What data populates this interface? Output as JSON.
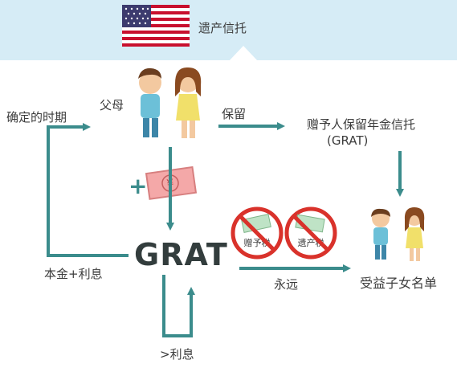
{
  "title": "遗产信托",
  "labels": {
    "parents": "父母",
    "fixed_term": "确定的时期",
    "retain": "保留",
    "grat_line1": "赠予人保留年金信托",
    "grat_line2": "(GRAT)",
    "grat": "GRAT",
    "principal_interest": "本金+利息",
    "forever": "永远",
    "beneficiaries": "受益子女名单",
    "over_interest": ">利息",
    "plus": "+",
    "currency": "¥"
  },
  "tax_icons": [
    {
      "label": "赠予税"
    },
    {
      "label": "遗产税"
    }
  ],
  "colors": {
    "arrow": "#3b8c8c",
    "top_band": "#d6ecf6",
    "prohibit": "#d9322b",
    "banknote": "#f4a8a8"
  },
  "icons": [
    "us-flag-icon",
    "parents-icon",
    "banknote-icon",
    "children-icon",
    "no-gift-tax-icon",
    "no-estate-tax-icon"
  ]
}
